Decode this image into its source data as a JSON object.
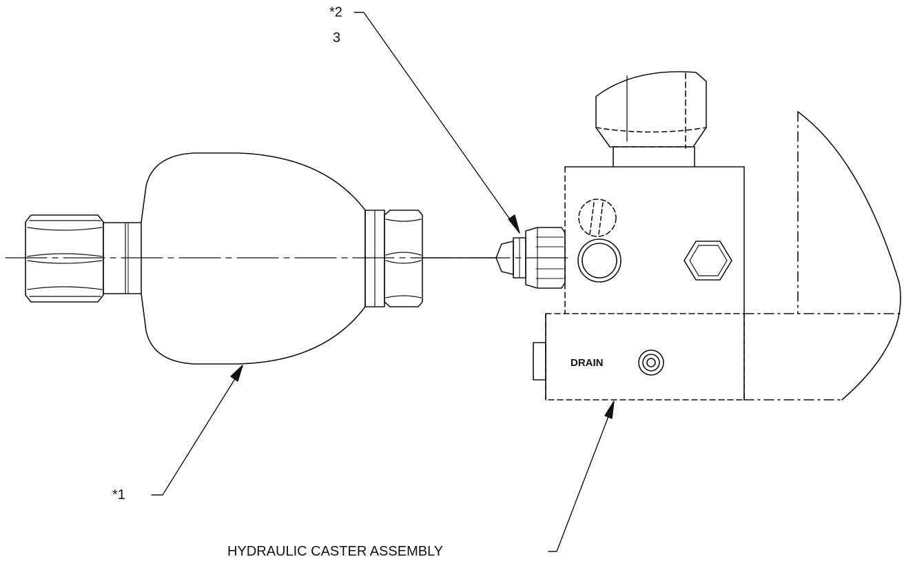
{
  "labels": {
    "callout_1": "*1",
    "callout_2": "*2",
    "callout_3": "3",
    "assembly": "HYDRAULIC CASTER ASSEMBLY",
    "drain": "DRAIN"
  },
  "colors": {
    "line": "#111111",
    "background": "#ffffff"
  }
}
